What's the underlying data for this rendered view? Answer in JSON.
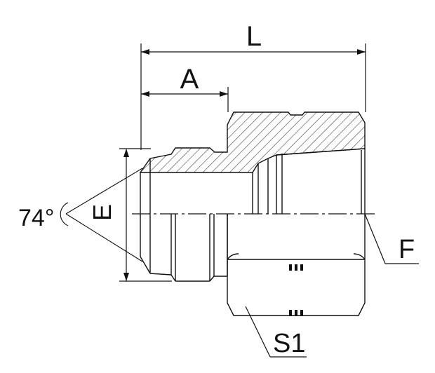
{
  "labels": {
    "L": "L",
    "A": "A",
    "E": "E",
    "F": "F",
    "S1": "S1",
    "angle": "74°"
  },
  "colors": {
    "line": "#111111",
    "hatch": "#333333",
    "background": "#ffffff"
  }
}
